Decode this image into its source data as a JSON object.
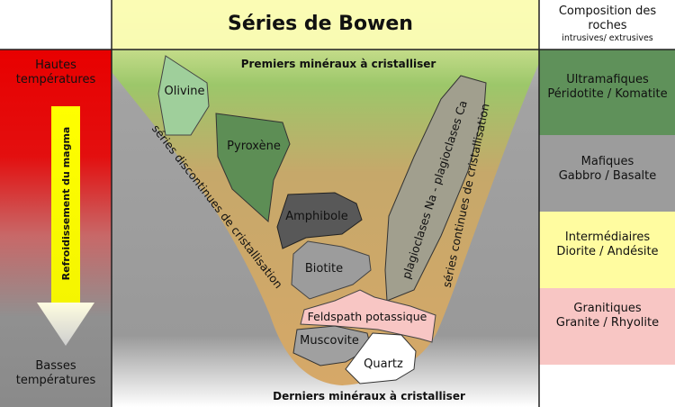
{
  "title": "Séries de Bowen",
  "composition_header": {
    "line1": "Composition des",
    "line2": "roches",
    "line3": "intrusives/ extrusives"
  },
  "temperature": {
    "high_line1": "Hautes",
    "high_line2": "températures",
    "low_line1": "Basses",
    "low_line2": "températures",
    "arrow_label": "Refroidissement du magma"
  },
  "funnel": {
    "top_label": "Premiers minéraux à cristalliser",
    "bottom_label": "Derniers minéraux à cristalliser",
    "discontinuous_label": "séries discontinues de cristallisation",
    "continuous_label": "séries continues de cristallisation"
  },
  "minerals": {
    "olivine": "Olivine",
    "pyroxene": "Pyroxène",
    "amphibole": "Amphibole",
    "biotite": "Biotite",
    "plagioclase": "plagioclases Na - plagioclases Ca",
    "feldspath": "Feldspath potassique",
    "muscovite": "Muscovite",
    "quartz": "Quartz"
  },
  "compositions": [
    {
      "line1": "Ultramafiques",
      "line2": "Péridotite / Komatite",
      "color": "#5f915a"
    },
    {
      "line1": "Mafiques",
      "line2": "Gabbro / Basalte",
      "color": "#9c9c9c"
    },
    {
      "line1": "Intermédiaires",
      "line2": "Diorite / Andésite",
      "color": "#fffca0"
    },
    {
      "line1": "Granitiques",
      "line2": "Granite / Rhyolite",
      "color": "#f8c6c4"
    }
  ]
}
